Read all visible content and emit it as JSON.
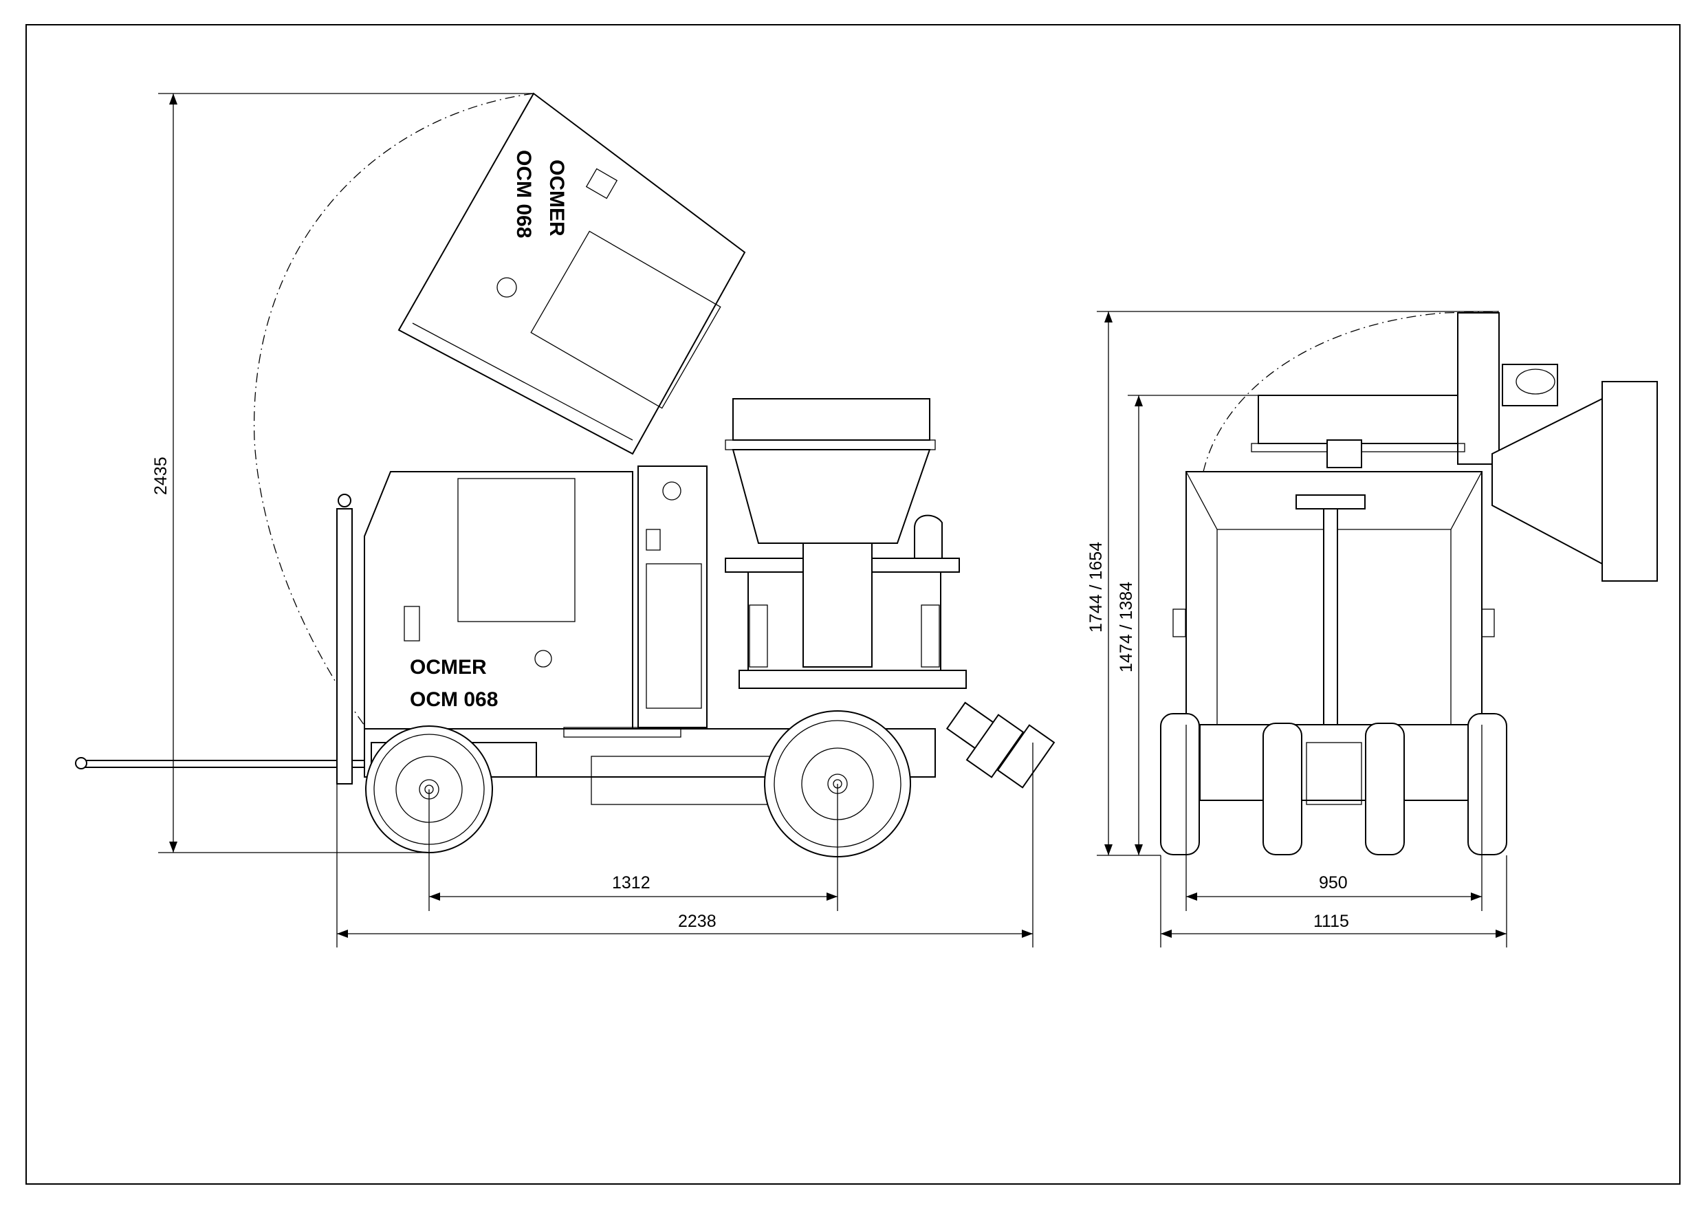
{
  "side_view": {
    "dimension_height": "2435",
    "dimension_wheelbase": "1312",
    "dimension_length": "2238",
    "hood_brand": "OCMER",
    "hood_model": "OCM 068",
    "body_brand": "OCMER",
    "body_model": "OCM 068"
  },
  "rear_view": {
    "dimension_height_total": "1744 / 1654",
    "dimension_height_body": "1474 / 1384",
    "dimension_track": "950",
    "dimension_width": "1115"
  }
}
